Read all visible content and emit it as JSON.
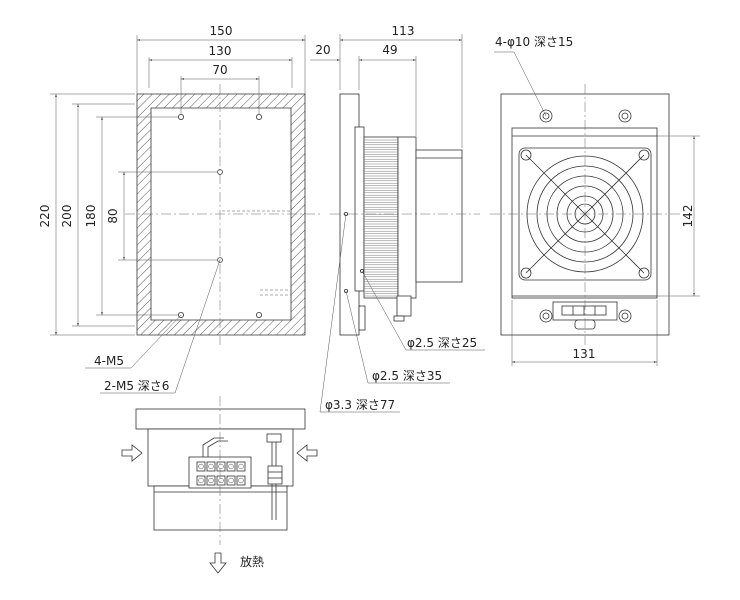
{
  "dimensions": {
    "front_width_outer": "150",
    "front_width_inner": "130",
    "front_hole_pitch_top": "70",
    "front_height_outer": "220",
    "front_height_mid": "200",
    "front_height_inner": "180",
    "front_hole_pitch_vertical": "80",
    "side_flange": "20",
    "side_depth_total": "113",
    "side_depth_body": "49",
    "rear_height": "142",
    "rear_width": "131"
  },
  "callouts": {
    "four_m5": "4-M5",
    "two_m5_depth6": "2-M5 深さ6",
    "hole_phi25_depth25": "φ2.5 深さ25",
    "hole_phi25_depth35": "φ2.5 深さ35",
    "hole_phi33_depth77": "φ3.3 深さ77",
    "four_phi10_depth15": "4-φ10 深さ15"
  },
  "bottom_view": {
    "heat_dissipation_label": "放熱"
  },
  "colors": {
    "line": "#333333",
    "background": "#ffffff"
  }
}
